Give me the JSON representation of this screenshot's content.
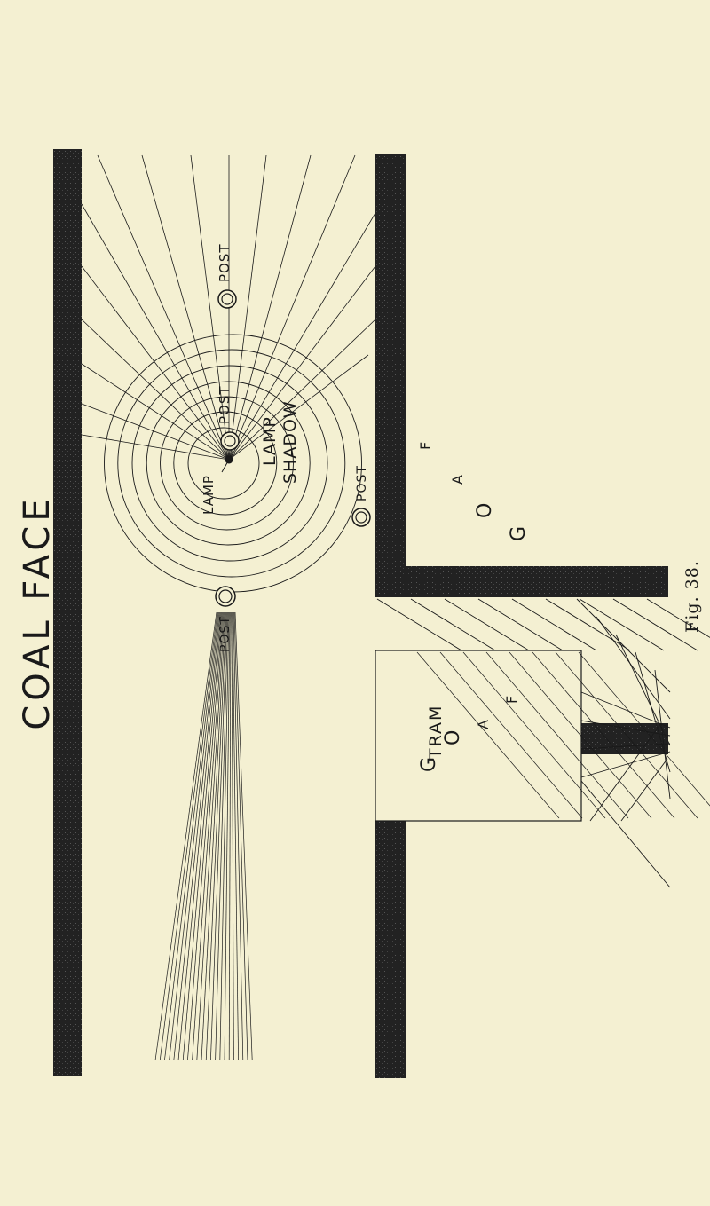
{
  "labels": {
    "coal_face": "COAL FACE",
    "figure": "Fig. 38.",
    "post": "POST",
    "lamp": "LAMP",
    "lamp_shadow_shadow": "SHADOW",
    "tram": "TRAM",
    "gob_upper": [
      "F",
      "A",
      "O",
      "G"
    ],
    "gob_lower": [
      "F",
      "A",
      "O",
      "G"
    ]
  },
  "colors": {
    "paper": "#f4f0d2",
    "ink": "#1a1a1a",
    "wall": "#222222"
  }
}
